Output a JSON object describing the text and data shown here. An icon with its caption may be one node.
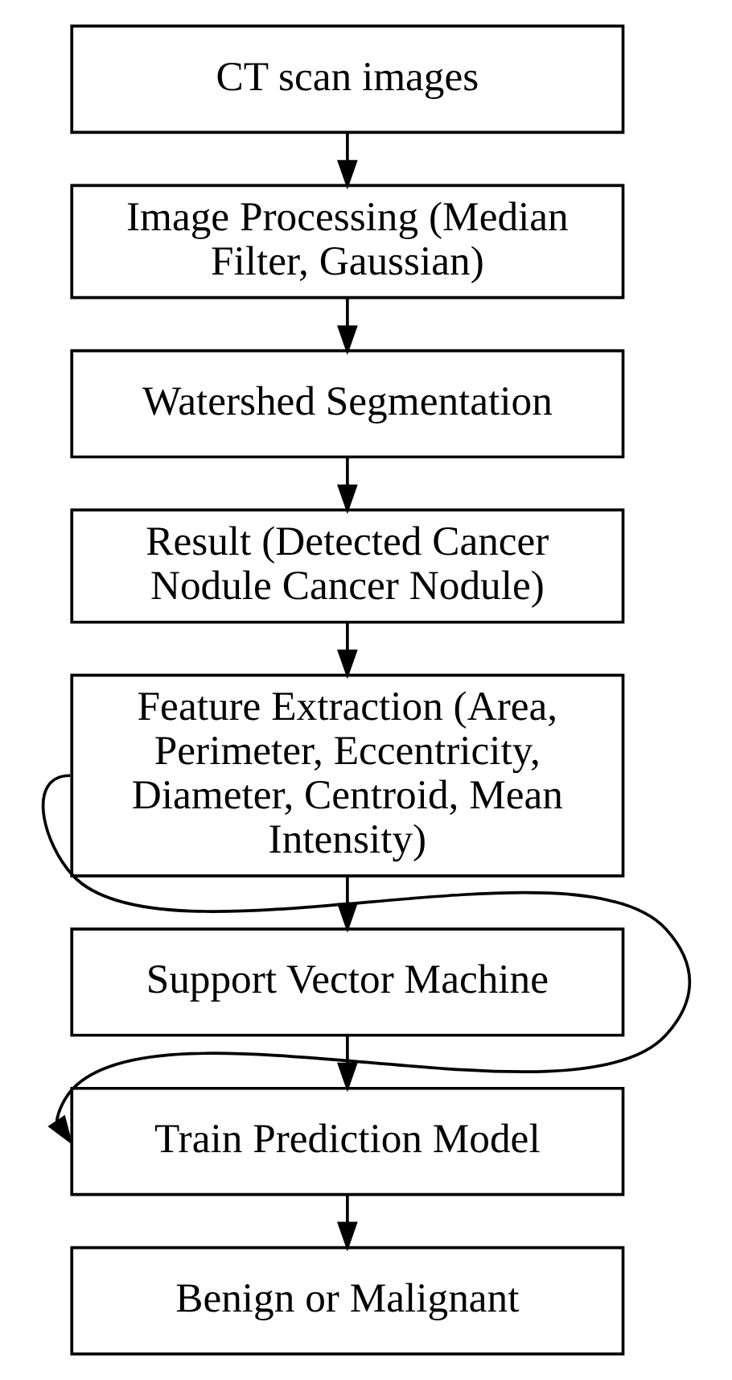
{
  "diagram": {
    "nodes": [
      {
        "text": [
          "CT scan images"
        ]
      },
      {
        "text": [
          "Image Processing (Median Filter, Gaussian)"
        ]
      },
      {
        "text": [
          "Watershed Segmentation"
        ]
      },
      {
        "text": [
          "Result (Detected Cancer Nodule Cancer Nodule)"
        ]
      },
      {
        "text": [
          "Feature Extraction (Area, Perimeter, Eccentricity, Diameter, Centroid, Mean Intensity)"
        ]
      },
      {
        "text": [
          "Support Vector Machine"
        ]
      },
      {
        "text": [
          "Train Prediction Model"
        ]
      },
      {
        "text": [
          "Benign or Malignant"
        ]
      }
    ],
    "edges": [
      {
        "from": 0,
        "to": 1,
        "arrow": "to"
      },
      {
        "from": 1,
        "to": 2,
        "arrow": "to"
      },
      {
        "from": 2,
        "to": 3,
        "arrow": "to"
      },
      {
        "from": 3,
        "to": 4,
        "arrow": "to"
      },
      {
        "from": 4,
        "to": 5,
        "arrow": "to"
      },
      {
        "from": 5,
        "to": 6,
        "arrow": "to"
      },
      {
        "from": 4,
        "to": 6,
        "arrow": "to"
      },
      {
        "from": 6,
        "to": 7,
        "arrow": "to"
      }
    ]
  }
}
